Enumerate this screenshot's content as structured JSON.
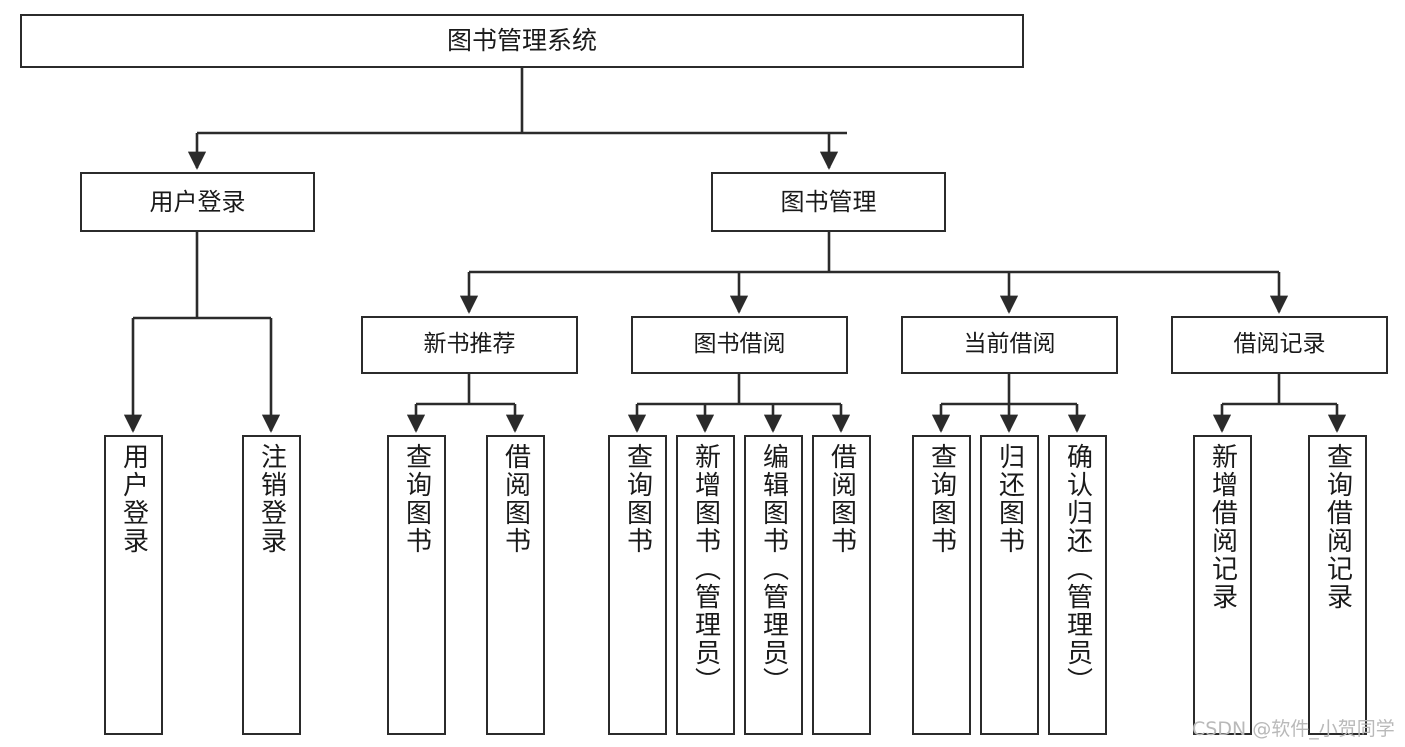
{
  "diagram": {
    "title": "图书管理系统",
    "type": "tree-hierarchy-diagram",
    "watermark": "CSDN @软件_小贺同学",
    "colors": {
      "box_border": "#2b2b2b",
      "box_fill": "#ffffff",
      "connector": "#2b2b2b",
      "text": "#1a1a1a",
      "watermark": "#b9b9b9",
      "background": "#ffffff"
    }
  },
  "nodes": {
    "root": {
      "label": "图书管理系统",
      "level": 1
    },
    "l2": [
      {
        "id": "user-login",
        "label": "用户登录",
        "level": 2
      },
      {
        "id": "book-manage",
        "label": "图书管理",
        "level": 2
      }
    ],
    "l3": [
      {
        "id": "new-book-recommend",
        "label": "新书推荐",
        "level": 3
      },
      {
        "id": "book-borrow",
        "label": "图书借阅",
        "level": 3
      },
      {
        "id": "current-borrow",
        "label": "当前借阅",
        "level": 3
      },
      {
        "id": "borrow-record",
        "label": "借阅记录",
        "level": 3
      }
    ],
    "leaves": [
      {
        "id": "leaf-user-login",
        "label": "用户登录",
        "parent": "user-login"
      },
      {
        "id": "leaf-logout-login",
        "label": "注销登录",
        "parent": "user-login"
      },
      {
        "id": "leaf-query-book-1",
        "label": "查询图书",
        "parent": "new-book-recommend"
      },
      {
        "id": "leaf-borrow-book-1",
        "label": "借阅图书",
        "parent": "new-book-recommend"
      },
      {
        "id": "leaf-query-book-2",
        "label": "查询图书",
        "parent": "book-borrow"
      },
      {
        "id": "leaf-add-book",
        "label": "新增图书（管理员）",
        "parent": "book-borrow"
      },
      {
        "id": "leaf-edit-book",
        "label": "编辑图书（管理员）",
        "parent": "book-borrow"
      },
      {
        "id": "leaf-borrow-book-2",
        "label": "借阅图书",
        "parent": "book-borrow"
      },
      {
        "id": "leaf-query-book-3",
        "label": "查询图书",
        "parent": "current-borrow"
      },
      {
        "id": "leaf-return-book",
        "label": "归还图书",
        "parent": "current-borrow"
      },
      {
        "id": "leaf-confirm-return",
        "label": "确认归还（管理员）",
        "parent": "current-borrow"
      },
      {
        "id": "leaf-add-record",
        "label": "新增借阅记录",
        "parent": "borrow-record"
      },
      {
        "id": "leaf-query-record",
        "label": "查询借阅记录",
        "parent": "borrow-record"
      }
    ]
  }
}
